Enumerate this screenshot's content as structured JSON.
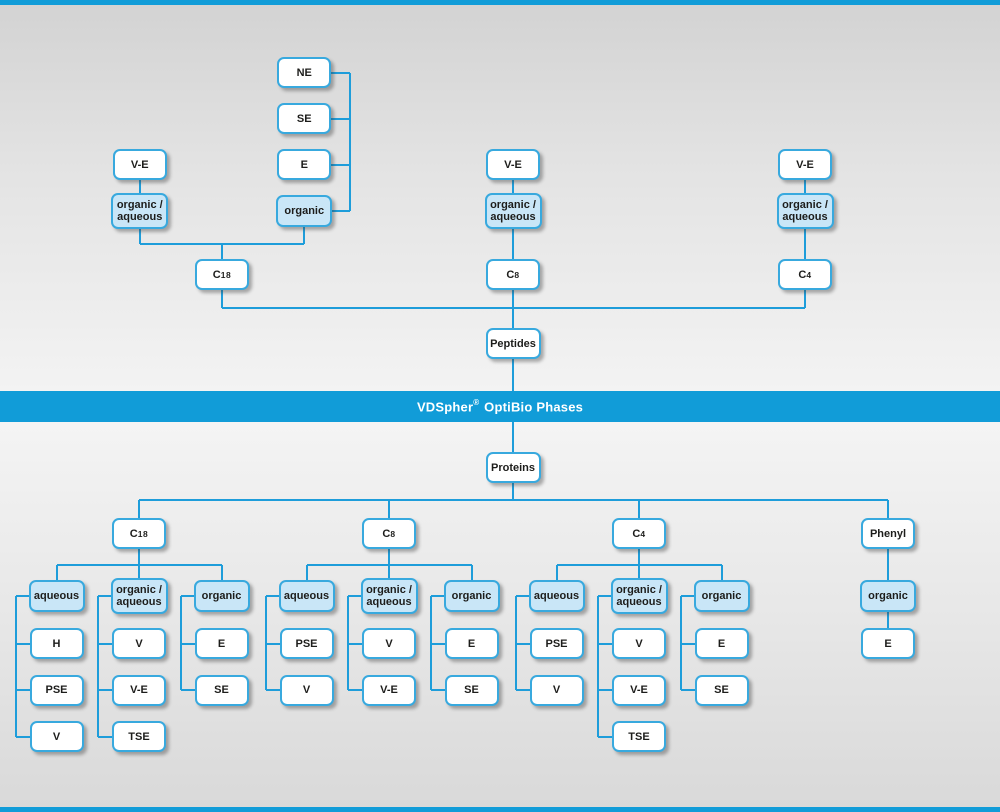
{
  "colors": {
    "accent_blue": "#119CD8",
    "connector_blue": "#1E9DDA",
    "box_border_blue": "#38A9DE",
    "tint_fill_blue": "#C9E6F7",
    "banner_text": "#FFFFFF",
    "label_text": "#1D1D1B"
  },
  "banner": {
    "title": "VDSpher® OptiBio Phases"
  },
  "peptides_section": {
    "root": "Peptides",
    "columns": [
      {
        "column": "C18",
        "eluents": [
          {
            "label": "organic / aqueous",
            "phases": [
              "V-E"
            ]
          },
          {
            "label": "organic",
            "phases": [
              "NE",
              "SE",
              "E"
            ]
          }
        ]
      },
      {
        "column": "C8",
        "eluents": [
          {
            "label": "organic / aqueous",
            "phases": [
              "V-E"
            ]
          }
        ]
      },
      {
        "column": "C4",
        "eluents": [
          {
            "label": "organic / aqueous",
            "phases": [
              "V-E"
            ]
          }
        ]
      }
    ]
  },
  "proteins_section": {
    "root": "Proteins",
    "columns": [
      {
        "column": "C18",
        "eluents": [
          {
            "label": "aqueous",
            "phases": [
              "H",
              "PSE",
              "V"
            ]
          },
          {
            "label": "organic / aqueous",
            "phases": [
              "V",
              "V-E",
              "TSE"
            ]
          },
          {
            "label": "organic",
            "phases": [
              "E",
              "SE"
            ]
          }
        ]
      },
      {
        "column": "C8",
        "eluents": [
          {
            "label": "aqueous",
            "phases": [
              "PSE",
              "V"
            ]
          },
          {
            "label": "organic / aqueous",
            "phases": [
              "V",
              "V-E"
            ]
          },
          {
            "label": "organic",
            "phases": [
              "E",
              "SE"
            ]
          }
        ]
      },
      {
        "column": "C4",
        "eluents": [
          {
            "label": "aqueous",
            "phases": [
              "PSE",
              "V"
            ]
          },
          {
            "label": "organic / aqueous",
            "phases": [
              "V",
              "V-E",
              "TSE"
            ]
          },
          {
            "label": "organic",
            "phases": [
              "E",
              "SE"
            ]
          }
        ]
      },
      {
        "column": "Phenyl",
        "eluents": [
          {
            "label": "organic",
            "phases": [
              "E"
            ]
          }
        ]
      }
    ]
  }
}
